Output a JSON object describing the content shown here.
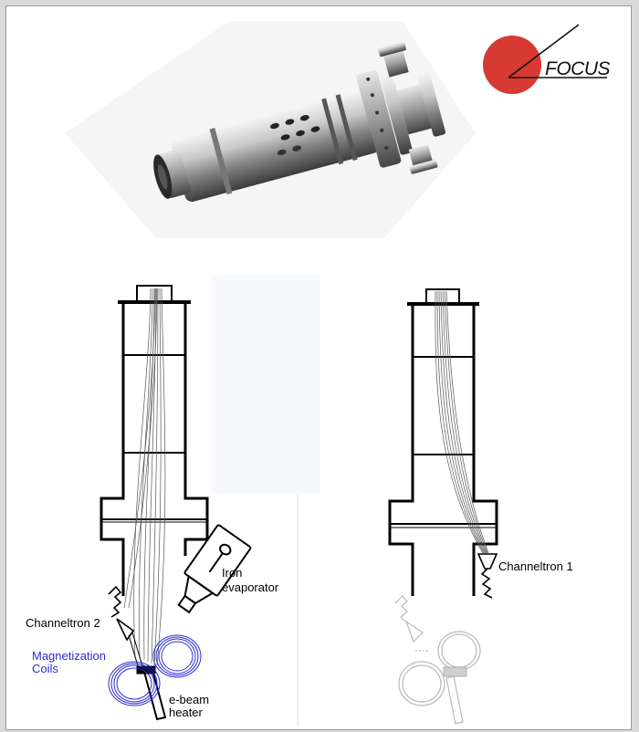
{
  "logo": {
    "text": "FOCUS",
    "circle_color": "#d63a33"
  },
  "labels": {
    "iron": "Iron",
    "evaporator": "evaporator",
    "channeltron2": "Channeltron 2",
    "channeltron1": "Channeltron 1",
    "magnetization": "Magnetization",
    "coils": "Coils",
    "ebeam": "e-beam",
    "heater": "heater"
  },
  "colors": {
    "coil": "#2a2ad6",
    "outline": "#000000",
    "ghost": "#b9b9b9"
  }
}
